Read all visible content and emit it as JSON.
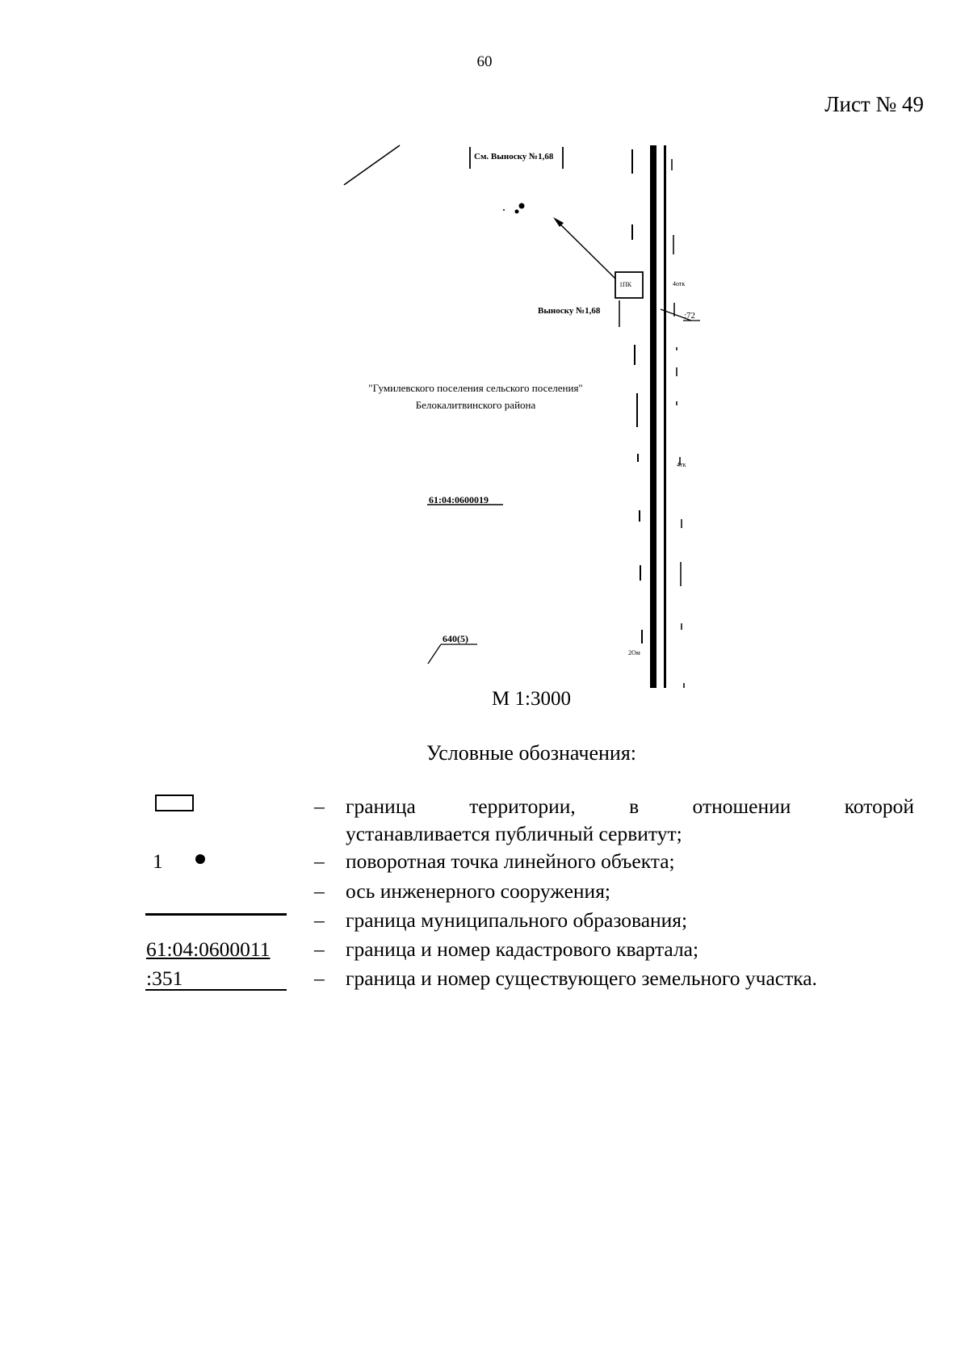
{
  "page": {
    "number": "60",
    "sheet": "Лист № 49"
  },
  "map": {
    "scale": "М 1:3000",
    "labels": {
      "top_ref": "См. Выноску №1,68",
      "callout_ref": "Выноску №1,68",
      "settlement_line1": "\"Гумилевского поселения сельского поселения\"",
      "settlement_line2": "Белокалитвинского района",
      "quarter": "61:04:0600019",
      "parcel_left": "640(5)",
      "box": "1ПК",
      "parcel_right_a": ":72",
      "parcel_right_b": "4отк",
      "parcel_right_c": "4тк",
      "bottom_mark": "2Ом"
    }
  },
  "legend": {
    "title": "Условные обозначения:",
    "items": [
      {
        "symbol": "rectangle",
        "text_line1": "граница территории, в отношении которой",
        "text_line2": "устанавливается публичный сервитут;"
      },
      {
        "symbol": "point",
        "label": "1",
        "text": "поворотная точка линейного объекта;"
      },
      {
        "symbol": "none",
        "text": "ось инженерного сооружения;"
      },
      {
        "symbol": "thick-line",
        "text": "граница муниципального образования;"
      },
      {
        "symbol": "cadastral",
        "label": "61:04:0600011",
        "text": "граница и номер кадастрового квартала;"
      },
      {
        "symbol": "parcel",
        "label": ":351",
        "text": "граница и номер существующего земельного участка."
      }
    ],
    "dash": "–"
  }
}
